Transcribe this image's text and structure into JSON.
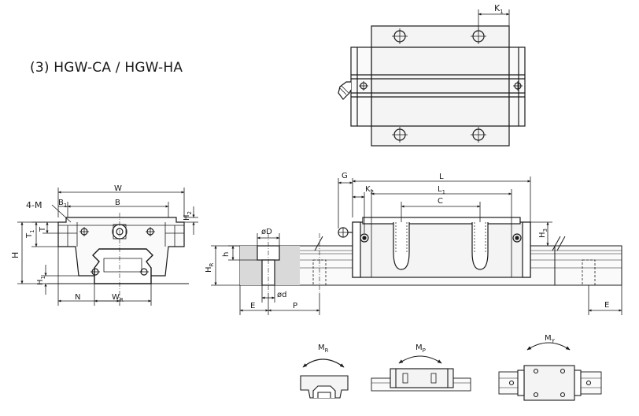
{
  "title": "(3) HGW-CA / HGW-HA",
  "labels": {
    "K1": "K",
    "K1sub": "1",
    "W": "W",
    "B1": "B",
    "B1sub": "1",
    "B": "B",
    "M": "4-M",
    "H2": "H",
    "H2sub": "2",
    "T1": "T",
    "T1sub": "1",
    "T": "T",
    "H": "H",
    "H1": "H",
    "H1sub": "1",
    "N": "N",
    "WR": "W",
    "WRsub": "R",
    "G": "G",
    "K2": "K",
    "K2sub": "2",
    "L": "L",
    "L1": "L",
    "L1sub": "1",
    "C": "C",
    "H3": "H",
    "H3sub": "3",
    "oD": "øD",
    "h": "h",
    "HR": "H",
    "HRsub": "R",
    "od": "ød",
    "E_left": "E",
    "P": "P",
    "E_right": "E",
    "MR": "M",
    "MRsub": "R",
    "MP": "M",
    "MPsub": "P",
    "MY": "M",
    "MYsub": "Y"
  },
  "colors": {
    "line": "#1a1a1a",
    "fill_gray": "#d9d9d9",
    "fill_light": "#e6e6e6",
    "dim": "#333333"
  }
}
